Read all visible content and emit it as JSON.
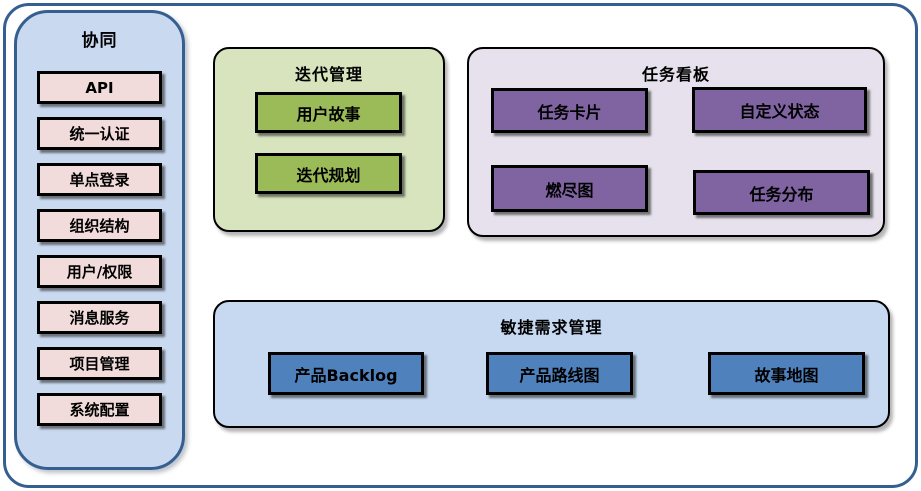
{
  "diagram": {
    "sidebar": {
      "title": "协同",
      "items": [
        "API",
        "统一认证",
        "单点登录",
        "组织结构",
        "用户/权限",
        "消息服务",
        "项目管理",
        "系统配置"
      ]
    },
    "groups": {
      "iteration": {
        "title": "迭代管理",
        "items": [
          "用户故事",
          "迭代规划"
        ]
      },
      "kanban": {
        "title": "任务看板",
        "items": [
          "任务卡片",
          "自定义状态",
          "燃尽图",
          "任务分布"
        ]
      },
      "requirements": {
        "title": "敏捷需求管理",
        "items": [
          "产品Backlog",
          "产品路线图",
          "故事地图"
        ]
      }
    },
    "colors": {
      "frame_border": "#365f91",
      "sidebar_fill": "#c9d9f0",
      "sidebar_item_fill": "#f2dcdb",
      "iteration_fill": "#d7e4bd",
      "iteration_item_fill": "#9bbb59",
      "kanban_fill": "#e6e1ec",
      "kanban_item_fill": "#8064a2",
      "requirements_fill": "#c6d9f1",
      "requirements_item_fill": "#4f81bd",
      "item_border": "#000000",
      "text": "#000000"
    }
  }
}
